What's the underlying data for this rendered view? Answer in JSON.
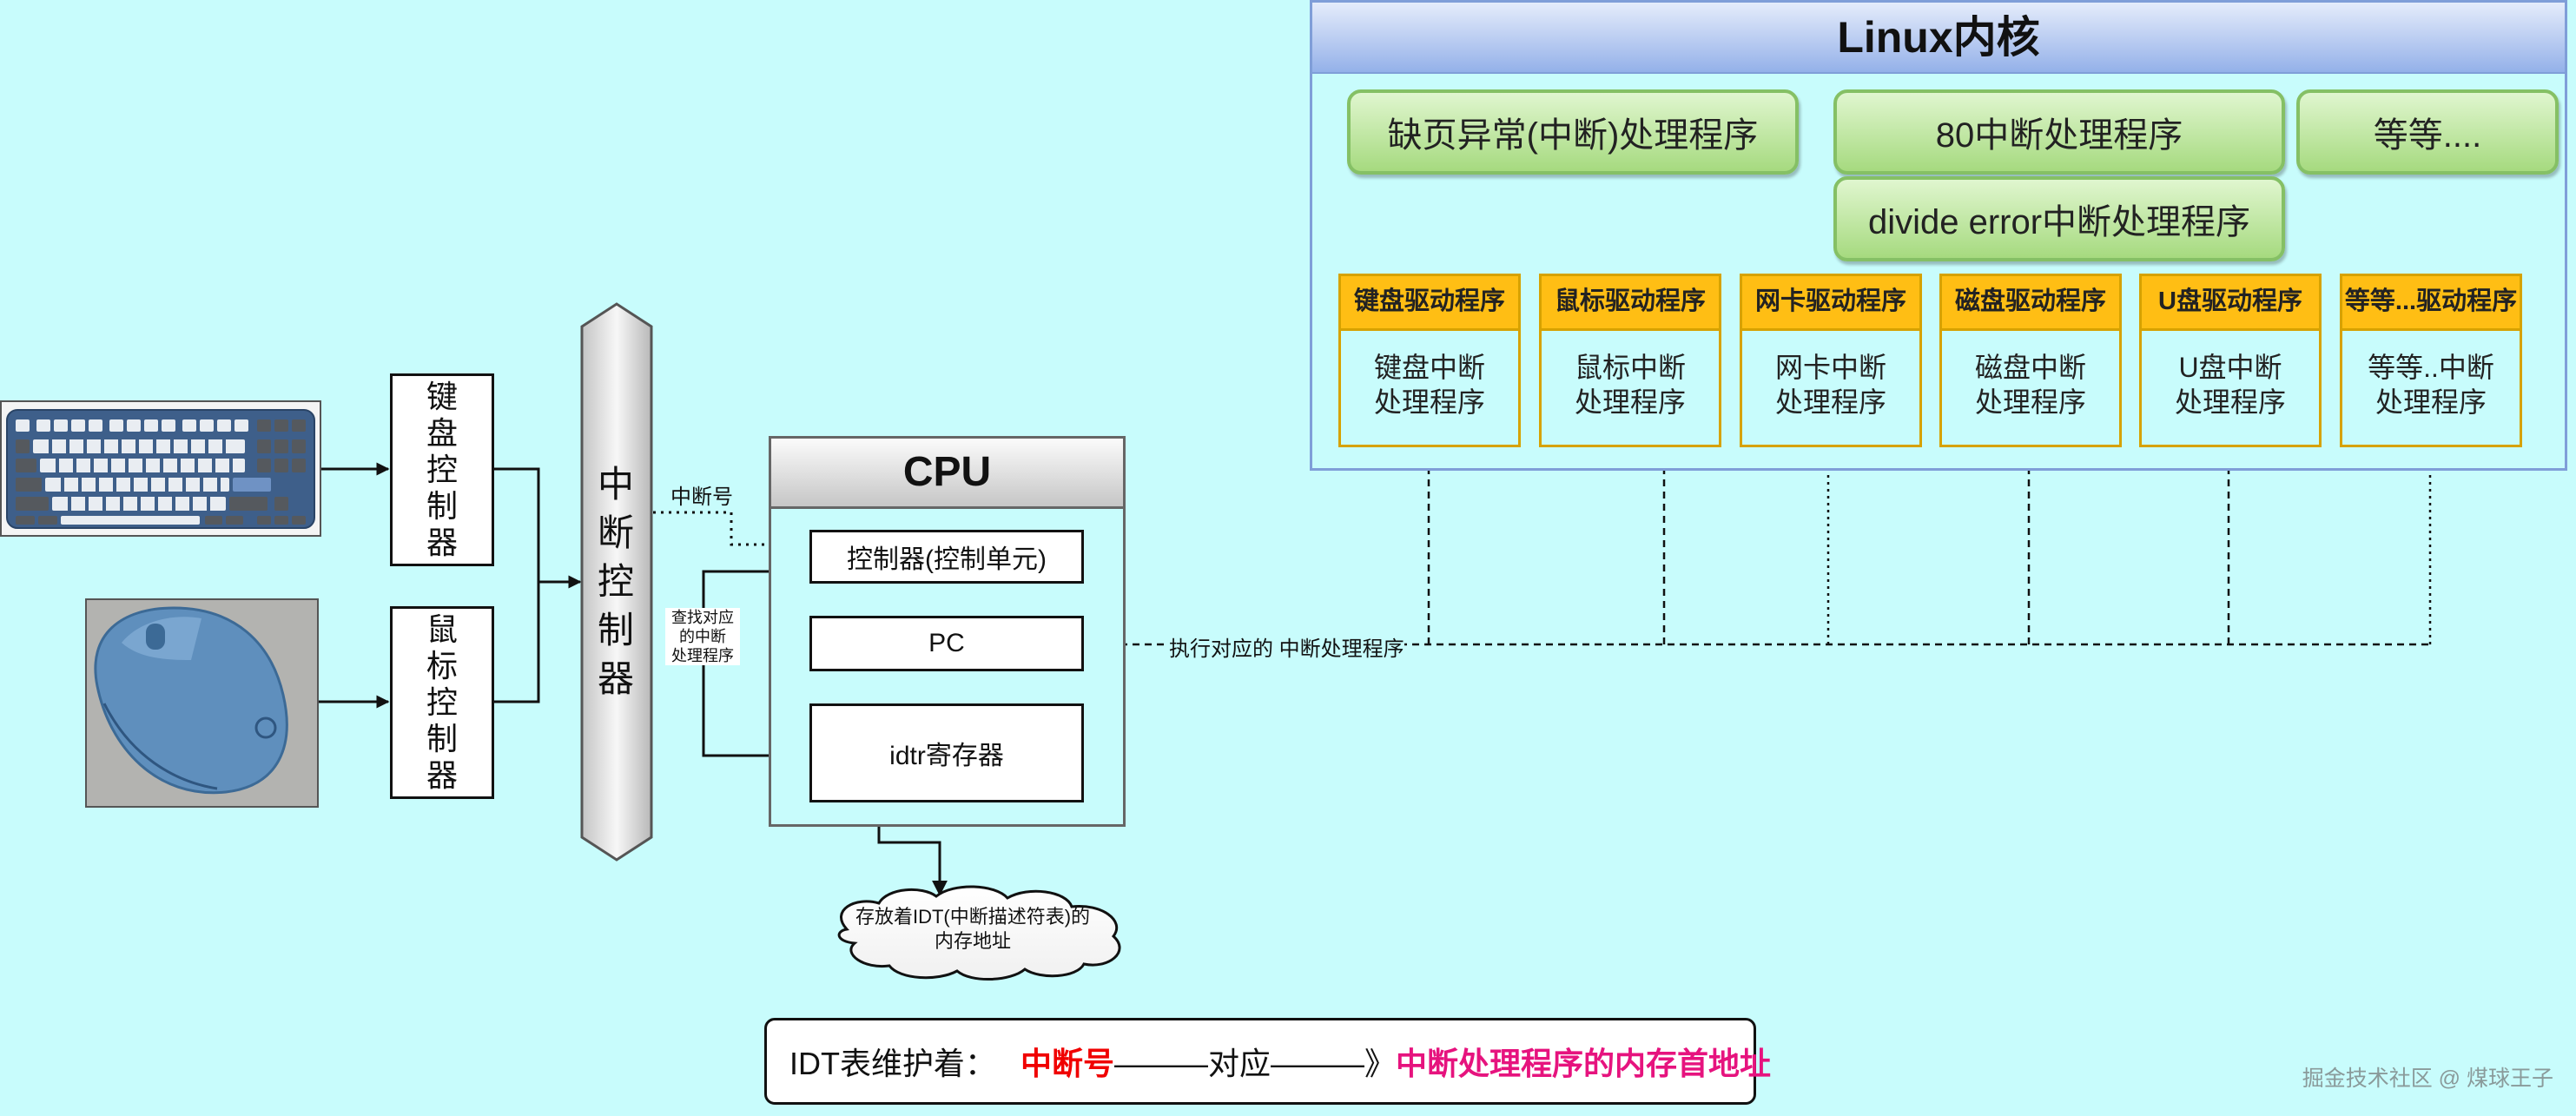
{
  "kernel": {
    "title": "Linux内核",
    "handlers": [
      "缺页异常(中断)处理程序",
      "80中断处理程序",
      "等等....",
      "divide error中断处理程序"
    ],
    "drivers": [
      {
        "name": "键盘驱动程序",
        "handler_line1": "键盘中断",
        "handler_line2": "处理程序"
      },
      {
        "name": "鼠标驱动程序",
        "handler_line1": "鼠标中断",
        "handler_line2": "处理程序"
      },
      {
        "name": "网卡驱动程序",
        "handler_line1": "网卡中断",
        "handler_line2": "处理程序"
      },
      {
        "name": "磁盘驱动程序",
        "handler_line1": "磁盘中断",
        "handler_line2": "处理程序"
      },
      {
        "name": "U盘驱动程序",
        "handler_line1": "U盘中断",
        "handler_line2": "处理程序"
      },
      {
        "name": "等等...驱动程序",
        "handler_line1": "等等..中断",
        "handler_line2": "处理程序"
      }
    ]
  },
  "devices": {
    "keyboard_controller": [
      "键",
      "盘",
      "控",
      "制",
      "器"
    ],
    "mouse_controller": [
      "鼠",
      "标",
      "控",
      "制",
      "器"
    ],
    "interrupt_controller": [
      "中",
      "断",
      "控",
      "制",
      "器"
    ]
  },
  "labels": {
    "interrupt_number": "中断号",
    "find_handler": [
      "查找对应",
      "的中断",
      "处理程序"
    ],
    "execute_handler": "执行对应的 中断处理程序"
  },
  "cpu": {
    "title": "CPU",
    "control_unit": "控制器(控制单元)",
    "pc": "PC",
    "idtr": "idtr寄存器"
  },
  "cloud": {
    "line1": "存放着IDT(中断描述符表)的",
    "line2": "内存地址"
  },
  "idt_note": {
    "prefix": "IDT表维护着：",
    "number": "中断号",
    "mid": "———对应———》",
    "address": "中断处理程序的内存首地址"
  },
  "watermark": "掘金技术社区 @ 煤球王子",
  "colors": {
    "background": "#c8fcfc",
    "kernel_header": "#94b1e9",
    "handler_green": "#a6da7f",
    "driver_header": "#ffbe14",
    "idt_number": "#f00000",
    "idt_address": "#e6137e"
  }
}
